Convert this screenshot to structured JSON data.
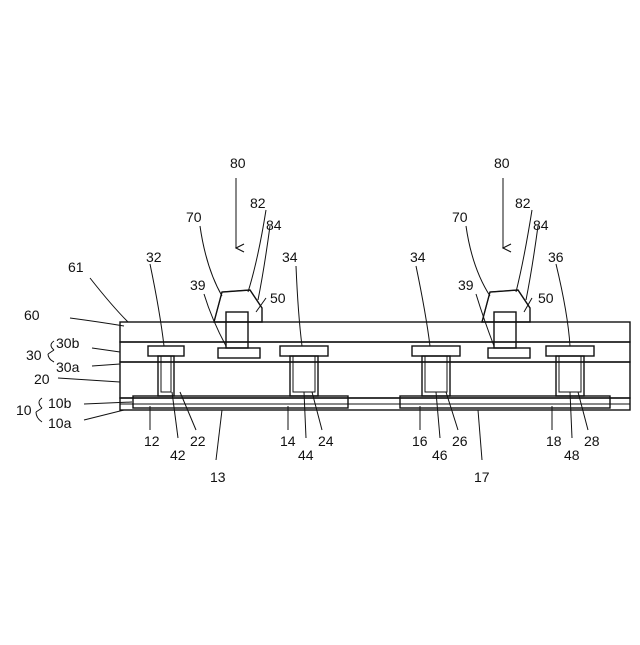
{
  "labels": {
    "l80a": "80",
    "l80b": "80",
    "l70a": "70",
    "l82a": "82",
    "l84a": "84",
    "l70b": "70",
    "l82b": "82",
    "l84b": "84",
    "l61": "61",
    "l32": "32",
    "l34a": "34",
    "l34b": "34",
    "l36": "36",
    "l39a": "39",
    "l50a": "50",
    "l39b": "39",
    "l50b": "50",
    "l60": "60",
    "l30": "30",
    "l30b": "30b",
    "l30a": "30a",
    "l20": "20",
    "l10": "10",
    "l10b": "10b",
    "l10a": "10a",
    "l12": "12",
    "l42": "42",
    "l22": "22",
    "l13": "13",
    "l14": "14",
    "l44": "44",
    "l24": "24",
    "l16": "16",
    "l46": "46",
    "l26": "26",
    "l17": "17",
    "l18": "18",
    "l48": "48",
    "l28": "28"
  }
}
